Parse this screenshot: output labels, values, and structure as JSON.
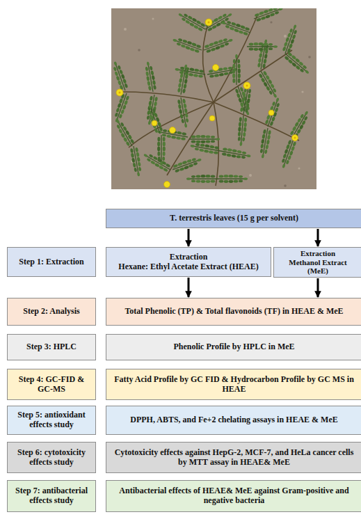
{
  "diagram": {
    "nodes": [
      {
        "text": [
          "T. terrestris leaves (15 g per solvent)"
        ]
      },
      {
        "text": [
          "Step 1: Extraction"
        ]
      },
      {
        "text": [
          "Extraction",
          "Hexane: Ethyl Acetate Extract (HEAE)"
        ]
      },
      {
        "text": [
          "Extraction",
          "Methanol Extract (MeE)"
        ]
      },
      {
        "text": [
          "Step 2: Analysis"
        ]
      },
      {
        "text": [
          "Total Phenolic (TP) & Total flavonoids (TF) in HEAE & MeE"
        ]
      },
      {
        "text": [
          "Step 3: HPLC"
        ]
      },
      {
        "text": [
          "Phenolic Profile by HPLC in MeE"
        ]
      },
      {
        "text": [
          "Step 4: GC-FID & GC-MS"
        ]
      },
      {
        "text": [
          "Fatty Acid Profile by GC FID & Hydrocarbon Profile by GC MS in HEAE"
        ]
      },
      {
        "text": [
          "Step 5: antioxidant effects study"
        ]
      },
      {
        "text": [
          "DPPH, ABTS, and Fe+2 chelating assays in HEAE & MeE"
        ]
      },
      {
        "text": [
          "Step 6: cytotoxicity effects study"
        ]
      },
      {
        "text": [
          "Cytotoxicity effects against HepG-2, MCF-7, and HeLa cancer cells by MTT assay in HEAE& MeE"
        ]
      },
      {
        "text": [
          "Step 7: antibacterial effects study"
        ]
      },
      {
        "text": [
          "Antibacterial effects of HEAE& MeE against Gram-positive and negative bacteria"
        ]
      }
    ],
    "edges": [
      {
        "from": 0,
        "to": 2,
        "arrow": "to"
      },
      {
        "from": 0,
        "to": 3,
        "arrow": "to"
      },
      {
        "from": 2,
        "to": 5,
        "arrow": "to"
      },
      {
        "from": 3,
        "to": 5,
        "arrow": "to"
      }
    ]
  }
}
